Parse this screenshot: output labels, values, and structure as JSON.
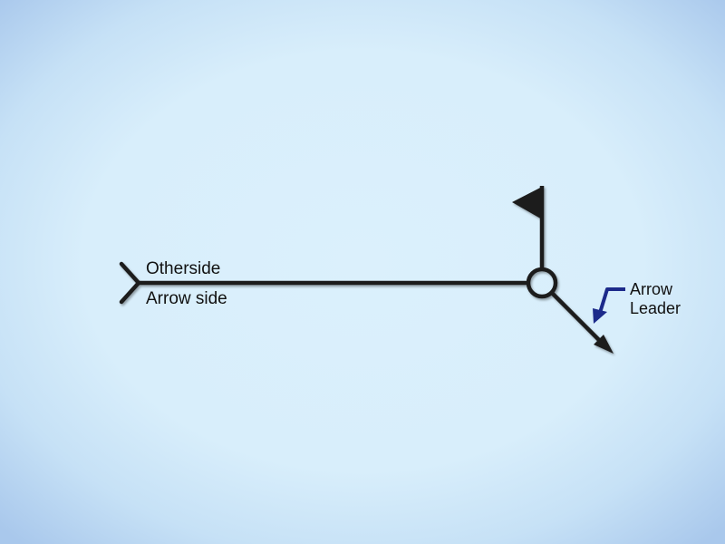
{
  "labels": {
    "other_side": "Otherside",
    "arrow_side": "Arrow side",
    "arrow_leader_line1": "Arrow",
    "arrow_leader_line2": "Leader"
  },
  "colors": {
    "symbol": "#1e1e1e",
    "pointer": "#1c2a8a",
    "background": "#d8eefb"
  }
}
